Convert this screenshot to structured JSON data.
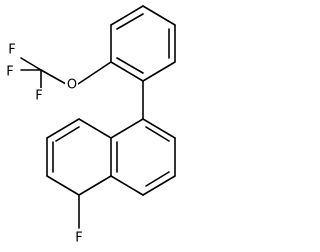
{
  "molecule": {
    "atom_labels": {
      "f1": "F",
      "f2": "F",
      "f3": "F",
      "oxygen": "O",
      "f_naphthyl": "F"
    }
  }
}
